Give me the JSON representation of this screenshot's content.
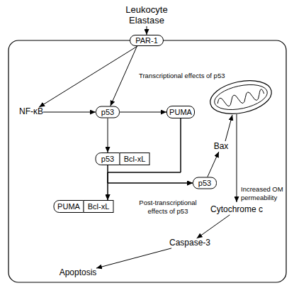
{
  "diagram": {
    "nodes": [
      {
        "text": [
          "Leukocyte Elastase"
        ]
      },
      {
        "text": [
          "PAR-1"
        ]
      },
      {
        "text": [
          "NF-κB"
        ]
      },
      {
        "text": [
          "p53"
        ]
      },
      {
        "text": [
          "PUMA"
        ]
      },
      {
        "text": [
          "p53"
        ]
      },
      {
        "text": [
          "Bcl-xL"
        ]
      },
      {
        "text": [
          "Bax"
        ]
      },
      {
        "text": [
          "p53"
        ]
      },
      {
        "text": [
          "PUMA"
        ]
      },
      {
        "text": [
          "Bcl-xL"
        ]
      },
      {
        "text": [
          "Cytochrome c"
        ]
      },
      {
        "text": [
          "Caspase-3"
        ]
      },
      {
        "text": [
          "Apoptosis"
        ]
      }
    ],
    "edges": [
      {
        "from": 0,
        "to": 1,
        "arrow": "to"
      },
      {
        "from": 1,
        "to": 2,
        "arrow": "to"
      },
      {
        "from": 1,
        "to": 3,
        "arrow": "to"
      },
      {
        "from": 2,
        "to": 3,
        "arrow": "to"
      },
      {
        "from": 3,
        "to": 4,
        "arrow": "to"
      },
      {
        "from": 3,
        "to": 5,
        "arrow": "to"
      },
      {
        "from": 4,
        "to": 10,
        "arrow": "to"
      },
      {
        "from": 4,
        "to": 8,
        "arrow": "to"
      },
      {
        "from": 5,
        "to": 10,
        "arrow": "to"
      },
      {
        "from": 5,
        "to": 8,
        "arrow": "to"
      },
      {
        "from": 8,
        "to": 7,
        "arrow": "to"
      },
      {
        "from": 11,
        "to": 12,
        "arrow": "to"
      },
      {
        "from": 12,
        "to": 13,
        "arrow": "to"
      }
    ],
    "labels": [
      "Transcriptional effects of p53",
      "Post-transcriptional effects of p53",
      "Increased OM permeability"
    ]
  }
}
